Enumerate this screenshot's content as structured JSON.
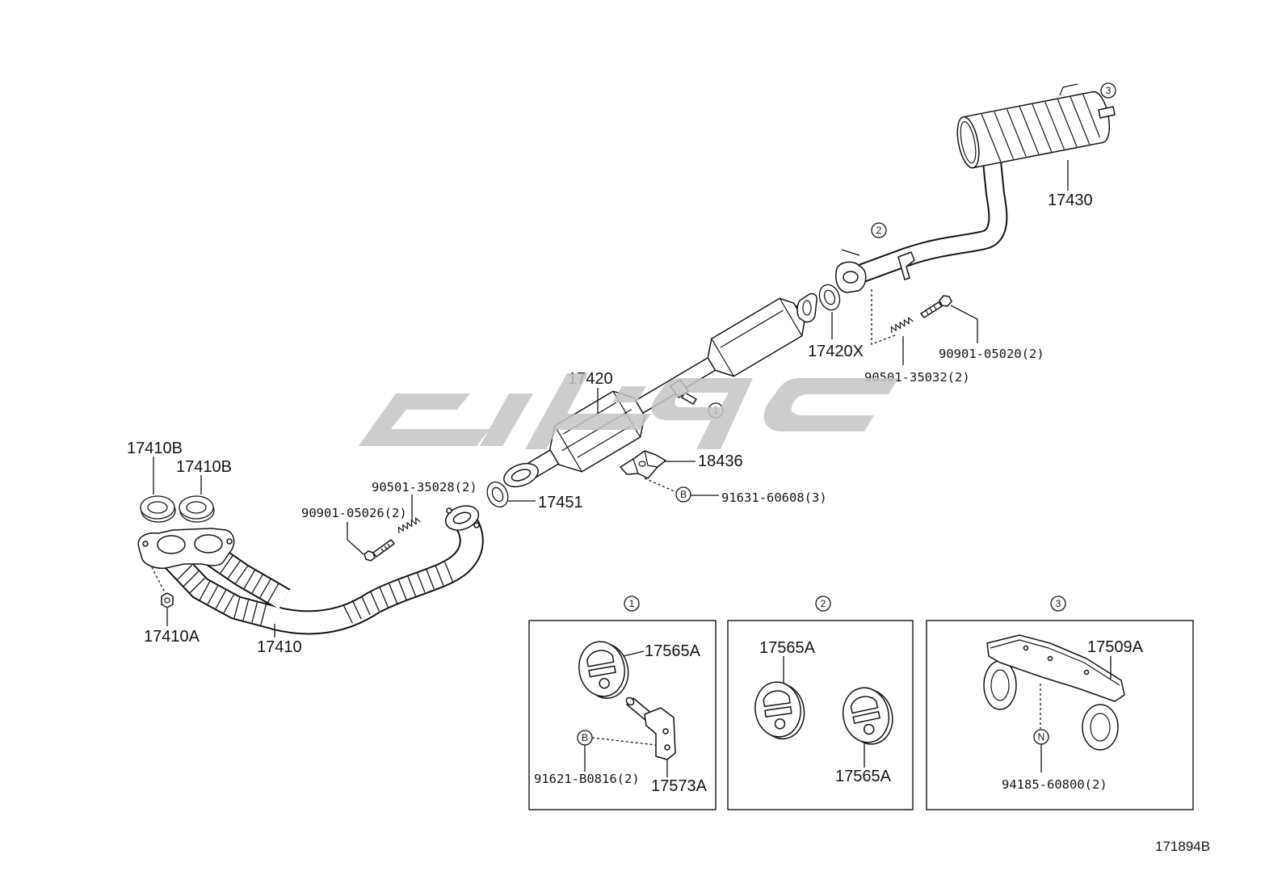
{
  "figure_code": "171894B",
  "main": {
    "gasket_left": "17410B",
    "gasket_right": "17410B",
    "spring_front": "90501-35028(2)",
    "bolt_front": "90901-05026(2)",
    "gasket_mid": "17451",
    "stud": "17410A",
    "front_pipe": "17410",
    "center_pipe": "17420",
    "bracket": "18436",
    "bolt_bracket": "91631-60608(3)",
    "gasket_rear": "17420X",
    "spring_rear": "90501-35032(2)",
    "bolt_rear": "90901-05020(2)",
    "tail_pipe": "17430",
    "ref_1": "1",
    "ref_2": "2",
    "ref_3": "3",
    "ref_b": "B"
  },
  "insets": [
    {
      "marker": "1",
      "hanger": "17565A",
      "ref": "B",
      "bolt": "91621-B0816(2)",
      "bracket": "17573A"
    },
    {
      "marker": "2",
      "hanger_a": "17565A",
      "hanger_b": "17565A"
    },
    {
      "marker": "3",
      "support": "17509A",
      "ref": "N",
      "nut": "94185-60800(2)"
    }
  ]
}
